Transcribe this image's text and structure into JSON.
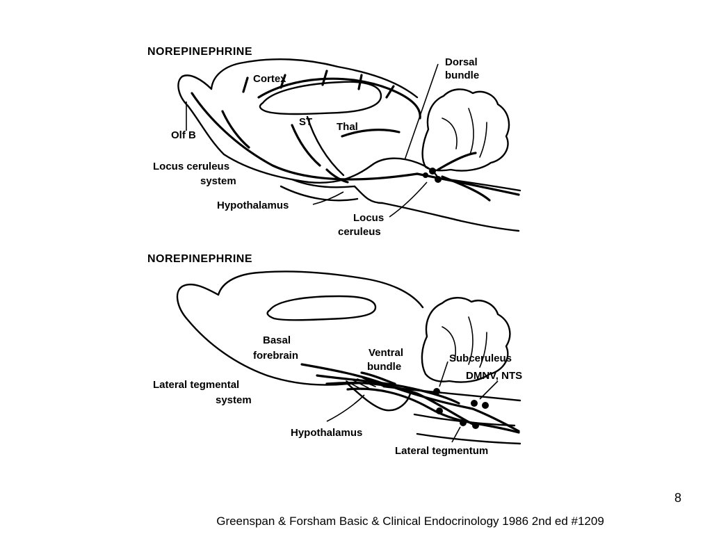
{
  "panel_top": {
    "title": "NOREPINEPHRINE",
    "labels": {
      "cortex": "Cortex",
      "dorsal_bundle_1": "Dorsal",
      "dorsal_bundle_2": "bundle",
      "st": "ST",
      "thal": "Thal",
      "olf_b": "Olf B",
      "system_1": "Locus ceruleus",
      "system_2": "system",
      "hypothalamus": "Hypothalamus",
      "locus_1": "Locus",
      "locus_2": "ceruleus"
    }
  },
  "panel_bottom": {
    "title": "NOREPINEPHRINE",
    "labels": {
      "basal_1": "Basal",
      "basal_2": "forebrain",
      "ventral_1": "Ventral",
      "ventral_2": "bundle",
      "subceruleus": "Subceruleus",
      "dmnv": "DMNV, NTS",
      "system_1": "Lateral tegmental",
      "system_2": "system",
      "hypothalamus": "Hypothalamus",
      "lateral_tegmentum": "Lateral tegmentum"
    }
  },
  "footer": {
    "page_number": "8",
    "citation": "Greenspan & Forsham Basic & Clinical Endocrinology 1986 2nd ed #1209"
  }
}
